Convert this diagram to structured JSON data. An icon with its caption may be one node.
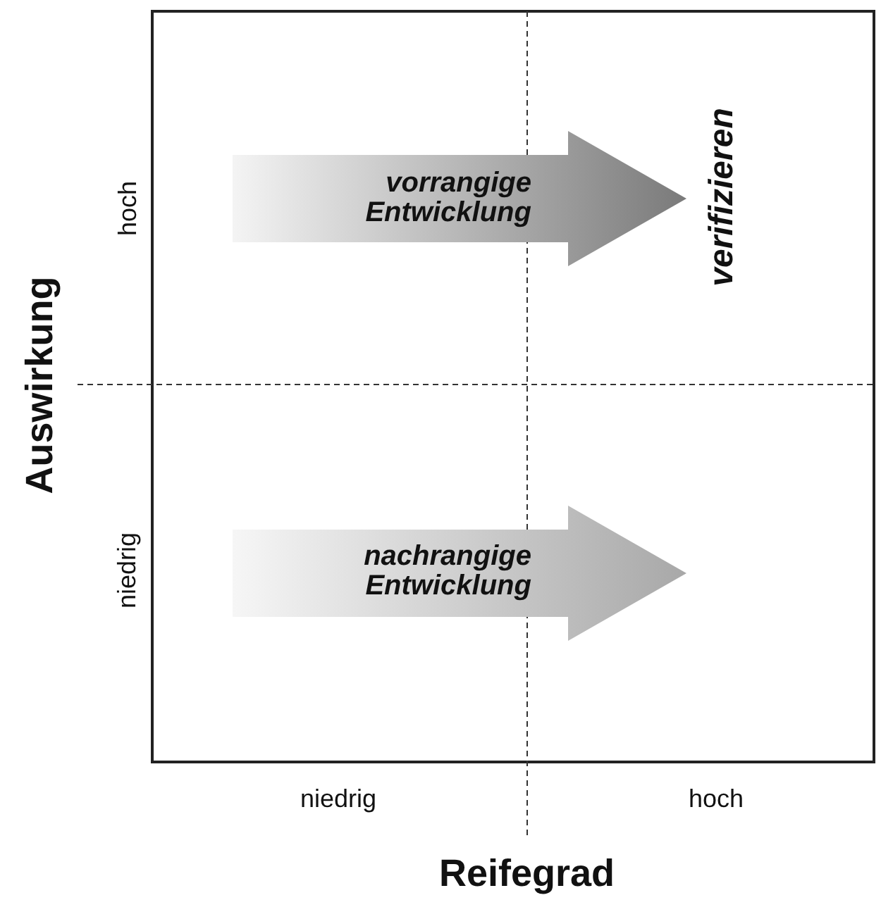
{
  "diagram": {
    "nodes": [
      {
        "text": [
          "vorrangige Entwicklung"
        ]
      },
      {
        "text": [
          "nachrangige Entwicklung"
        ]
      }
    ],
    "labels": [
      "hoch",
      "Auswirkung",
      "verifizieren",
      "niedrig",
      "niedrig",
      "hoch",
      "Reifegrad"
    ]
  }
}
